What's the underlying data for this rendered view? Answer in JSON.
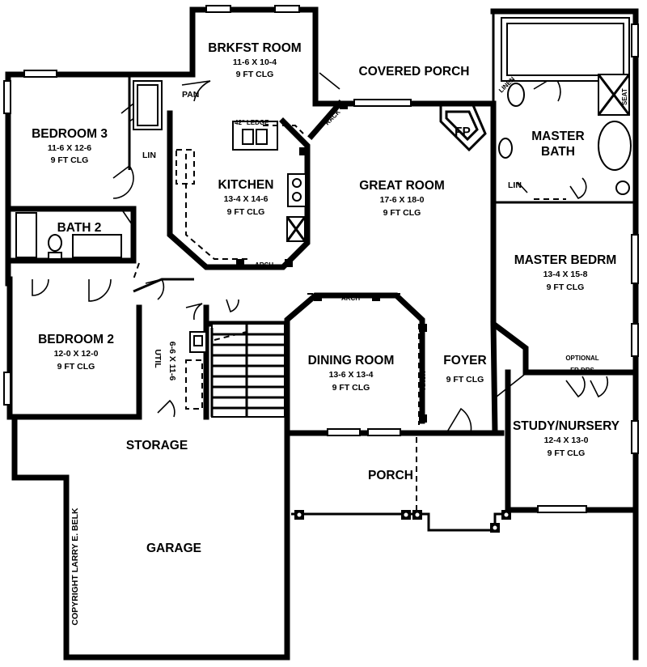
{
  "rooms": {
    "brkfst": {
      "name": "BRKFST ROOM",
      "size": "11-6 X 10-4",
      "clg": "9 FT CLG"
    },
    "covered_porch": {
      "name": "COVERED PORCH"
    },
    "bedroom3": {
      "name": "BEDROOM 3",
      "size": "11-6 X 12-6",
      "clg": "9 FT CLG"
    },
    "kitchen": {
      "name": "KITCHEN",
      "size": "13-4 X 14-6",
      "clg": "9 FT CLG"
    },
    "great_room": {
      "name": "GREAT ROOM",
      "size": "17-6 X 18-0",
      "clg": "9 FT CLG"
    },
    "master_bath": {
      "name_line1": "MASTER",
      "name_line2": "BATH"
    },
    "bath2": {
      "name": "BATH 2"
    },
    "master_bedrm": {
      "name": "MASTER BEDRM",
      "size": "13-4 X 15-8",
      "clg": "9 FT CLG"
    },
    "bedroom2": {
      "name": "BEDROOM 2",
      "size": "12-0 X 12-0",
      "clg": "9 FT CLG"
    },
    "util": {
      "name": "UTIL",
      "size": "6-6 X 11-6"
    },
    "dining": {
      "name": "DINING ROOM",
      "size": "13-6 X 13-4",
      "clg": "9 FT CLG"
    },
    "foyer": {
      "name": "FOYER",
      "clg": "9 FT CLG"
    },
    "study": {
      "name": "STUDY/NURSERY",
      "size": "12-4 X 13-0",
      "clg": "9 FT CLG"
    },
    "storage": {
      "name": "STORAGE"
    },
    "porch": {
      "name": "PORCH"
    },
    "garage": {
      "name": "GARAGE"
    }
  },
  "labels": {
    "pan": "PAN",
    "lin1": "LIN",
    "lin2": "LIN",
    "fp": "FP",
    "ledge": "42\" LEDGE",
    "arch_kitchen": "ARCH",
    "arch_dining_top": "ARCH",
    "arch_dining_side": "ARCH",
    "rack": "RACK",
    "linen_bath": "LINEN",
    "seat": "SEAT",
    "optional": "OPTIONAL",
    "fr_drs": "FR DRS"
  },
  "copyright": "COPYRIGHT LARRY E. BELK"
}
